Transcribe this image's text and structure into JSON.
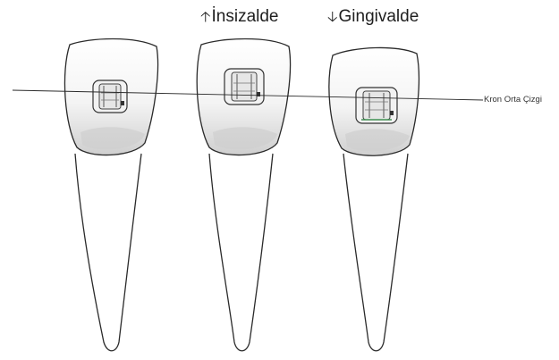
{
  "labels": {
    "incisal": "İnsizalde",
    "gingival": "Gingivalde",
    "crown_midline": "Kron Orta Çizgi"
  },
  "icons": {
    "incisal_arrow": "arrow-up-icon",
    "gingival_arrow": "arrow-down-icon"
  },
  "teeth": [
    {
      "id": "reference",
      "bracket_position": "midline"
    },
    {
      "id": "incisal",
      "bracket_position": "incisal"
    },
    {
      "id": "gingival",
      "bracket_position": "gingival"
    }
  ],
  "colors": {
    "outline": "#2a2a2a",
    "shade": "#d9d9d9",
    "bracket_accent": "#3f8f52"
  }
}
